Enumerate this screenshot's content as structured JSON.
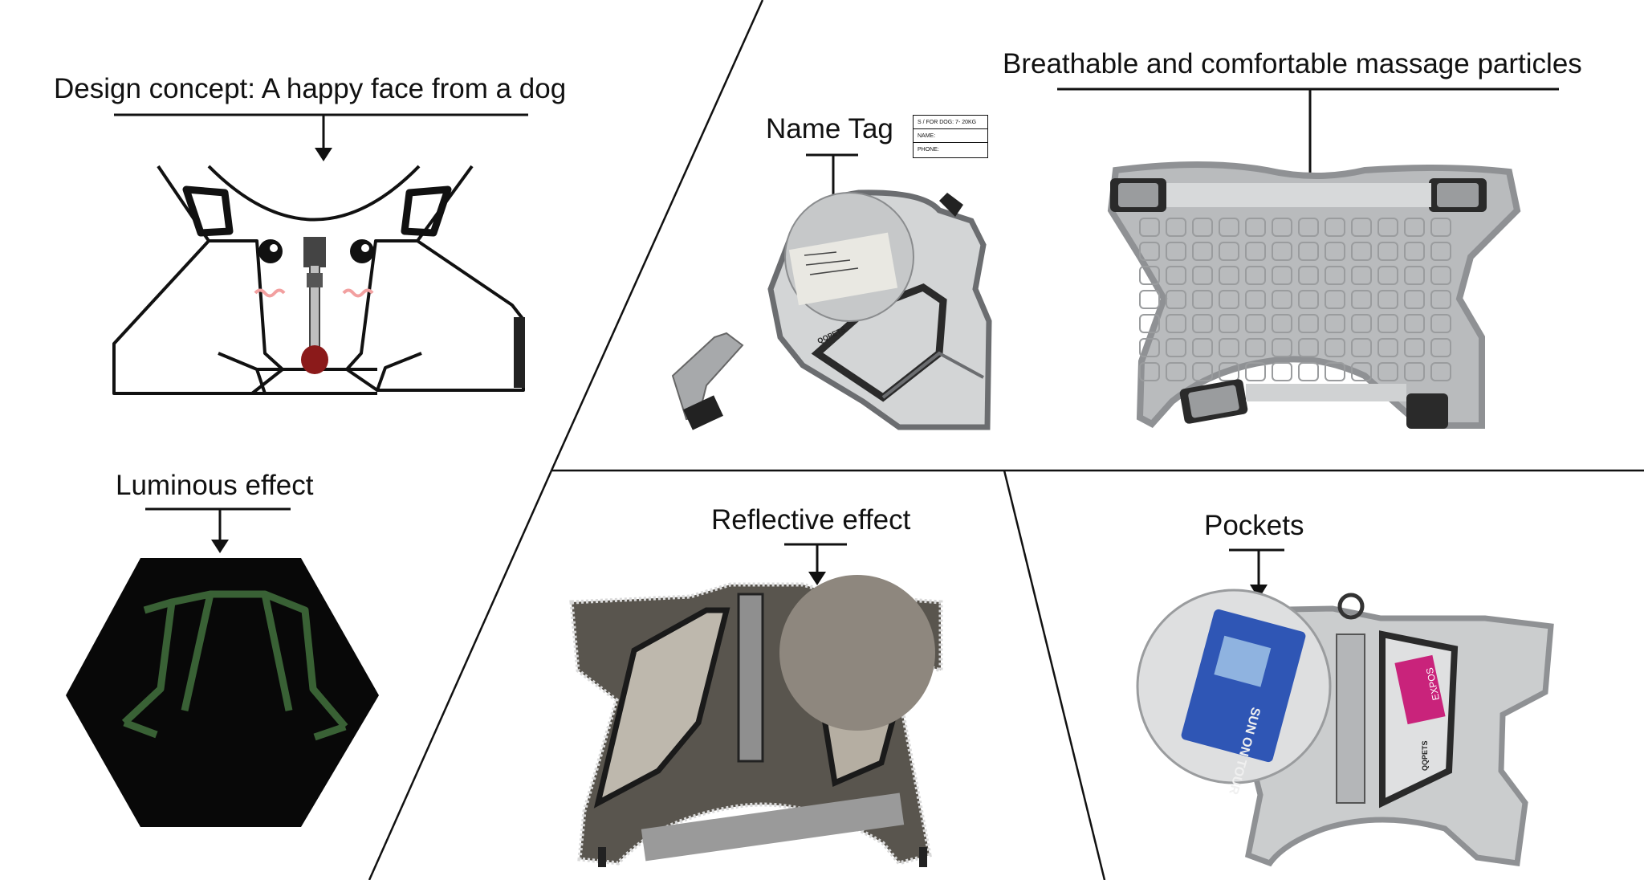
{
  "labels": {
    "design_concept": "Design concept: A happy face from a dog",
    "name_tag": "Name Tag",
    "massage_particles": "Breathable and comfortable massage particles",
    "luminous": "Luminous effect",
    "reflective": "Reflective effect",
    "pockets": "Pockets"
  },
  "name_tag_card": {
    "size_line": "S / FOR DOG: 7- 20KG",
    "name_line": "NAME:",
    "phone_line": "PHONE:"
  },
  "product": {
    "brand": "QQPETS",
    "card_text": "SUN ON TOUR",
    "pink_card_text": "EXPOS"
  },
  "colors": {
    "line": "#111111",
    "glow": "#3f6b3a",
    "harness_grey": "#c9cbcc",
    "harness_dark": "#2a2a2a",
    "blush": "#f2a0a0",
    "tongue": "#8b1a1a"
  }
}
